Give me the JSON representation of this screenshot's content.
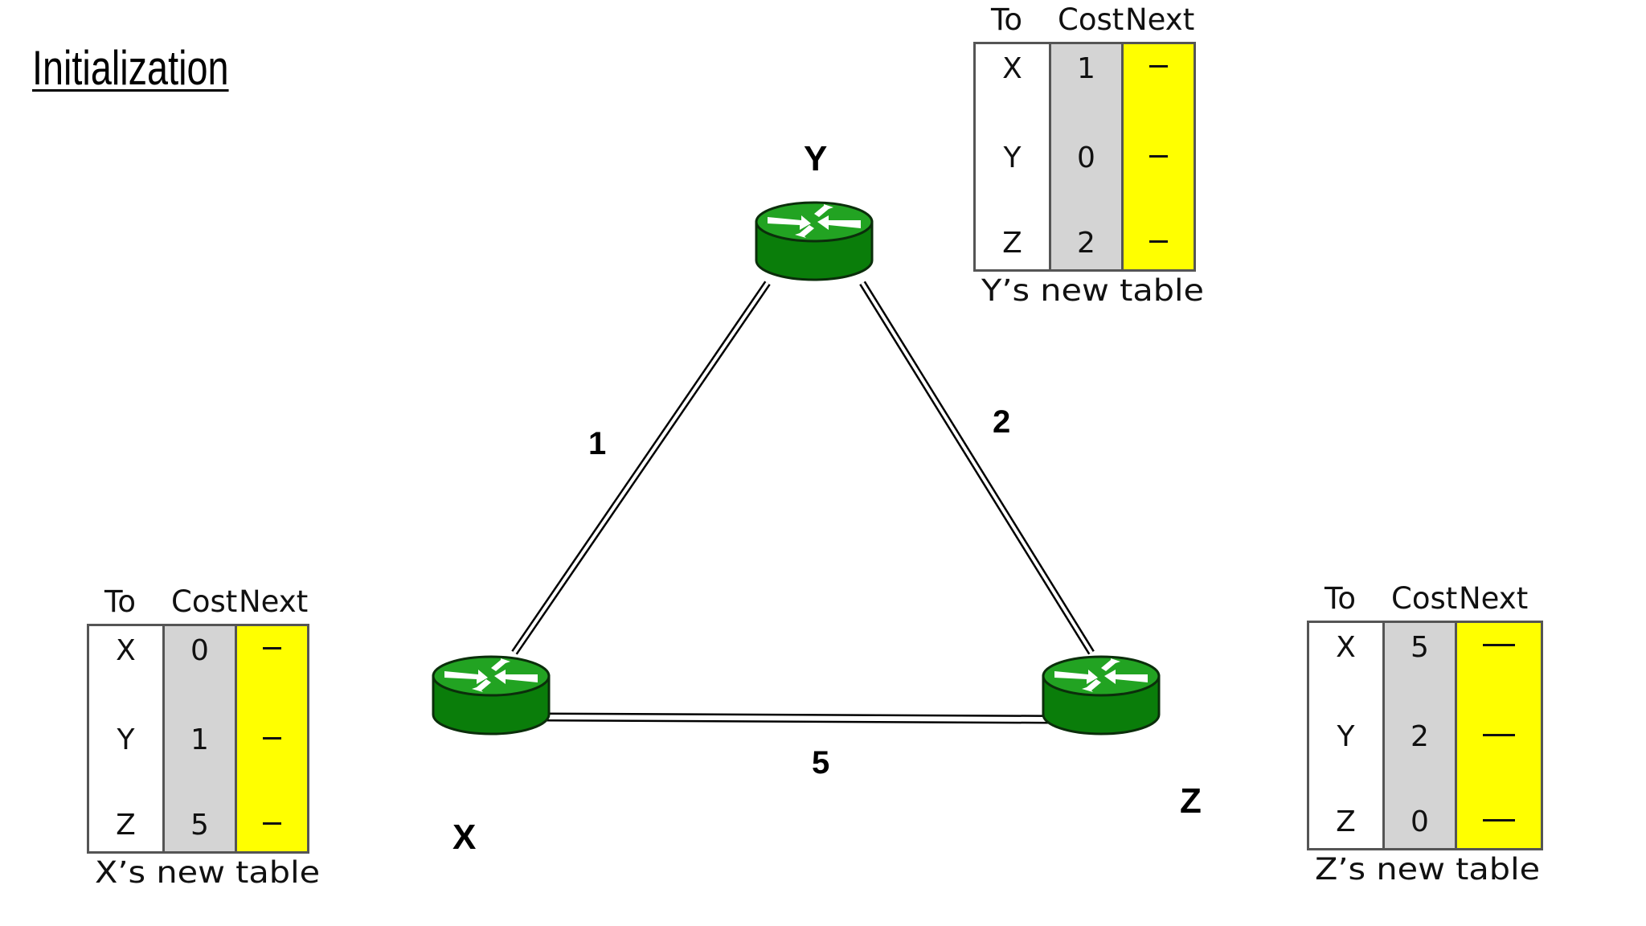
{
  "title": "Initialization",
  "routers": [
    {
      "id": "Y",
      "label": "Y"
    },
    {
      "id": "X",
      "label": "X"
    },
    {
      "id": "Z",
      "label": "Z"
    }
  ],
  "links": [
    {
      "from": "X",
      "to": "Y",
      "cost": "1"
    },
    {
      "from": "Y",
      "to": "Z",
      "cost": "2"
    },
    {
      "from": "X",
      "to": "Z",
      "cost": "5"
    }
  ],
  "tables": {
    "headers": {
      "to": "To",
      "cost": "Cost",
      "next": "Next"
    },
    "y": {
      "caption": "Y’s new table",
      "rows": [
        {
          "to": "X",
          "cost": "1",
          "next": "—"
        },
        {
          "to": "Y",
          "cost": "0",
          "next": "—"
        },
        {
          "to": "Z",
          "cost": "2",
          "next": "—"
        }
      ]
    },
    "x": {
      "caption": "X’s new table",
      "rows": [
        {
          "to": "X",
          "cost": "0",
          "next": "—"
        },
        {
          "to": "Y",
          "cost": "1",
          "next": "—"
        },
        {
          "to": "Z",
          "cost": "5",
          "next": "—"
        }
      ]
    },
    "z": {
      "caption": "Z’s new table",
      "rows": [
        {
          "to": "X",
          "cost": "5",
          "next": "—"
        },
        {
          "to": "Y",
          "cost": "2",
          "next": "—"
        },
        {
          "to": "Z",
          "cost": "0",
          "next": "—"
        }
      ]
    }
  },
  "colors": {
    "router_body": "#0a8a0a",
    "router_top": "#1fa51f",
    "next_column": "#ffff00",
    "cost_column": "#d4d4d4"
  }
}
